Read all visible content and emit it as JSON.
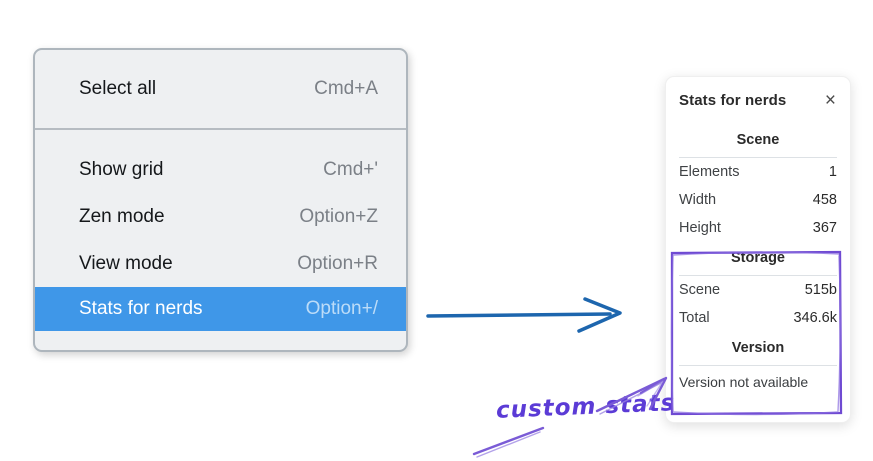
{
  "context_menu": {
    "items": [
      {
        "label": "Select all",
        "shortcut": "Cmd+A",
        "selected": false
      },
      {
        "label": "Show grid",
        "shortcut": "Cmd+'",
        "selected": false
      },
      {
        "label": "Zen mode",
        "shortcut": "Option+Z",
        "selected": false
      },
      {
        "label": "View mode",
        "shortcut": "Option+R",
        "selected": false
      },
      {
        "label": "Stats for nerds",
        "shortcut": "Option+/",
        "selected": true
      }
    ]
  },
  "stats_panel": {
    "title": "Stats for nerds",
    "close_icon": "×",
    "sections": [
      {
        "heading": "Scene",
        "rows": [
          {
            "label": "Elements",
            "value": "1"
          },
          {
            "label": "Width",
            "value": "458"
          },
          {
            "label": "Height",
            "value": "367"
          }
        ]
      },
      {
        "heading": "Storage",
        "rows": [
          {
            "label": "Scene",
            "value": "515b"
          },
          {
            "label": "Total",
            "value": "346.6k"
          }
        ]
      },
      {
        "heading": "Version",
        "note": "Version not available"
      }
    ]
  },
  "annotation": {
    "label": "custom stats"
  },
  "colors": {
    "menu_highlight": "#3f97e8",
    "flow_arrow": "#1d66ae",
    "annotation_purple": "#6f4ad2",
    "annotation_text": "#5b3bd6"
  }
}
